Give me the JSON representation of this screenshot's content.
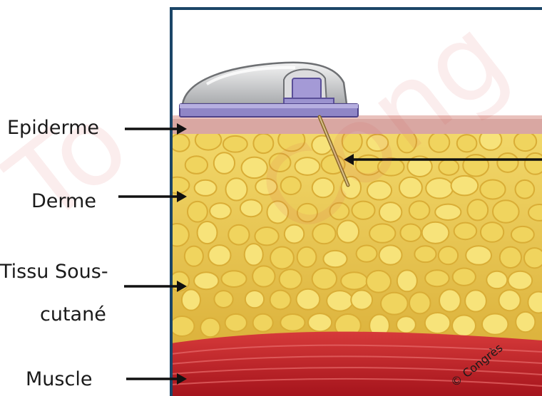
{
  "labels": {
    "epiderme": "Epiderme",
    "derme": "Derme",
    "tissu_line1": "Tissu Sous-",
    "tissu_line2": "cutané",
    "muscle": "Muscle"
  },
  "corner_watermark": "© Congrès",
  "colors": {
    "frame": "#1b4567",
    "epidermis": "#d9a7a2",
    "fat": "#e9c84a",
    "muscle": "#c0202a",
    "device_shell": "#d9dadb",
    "device_base": "#9b93cf"
  }
}
